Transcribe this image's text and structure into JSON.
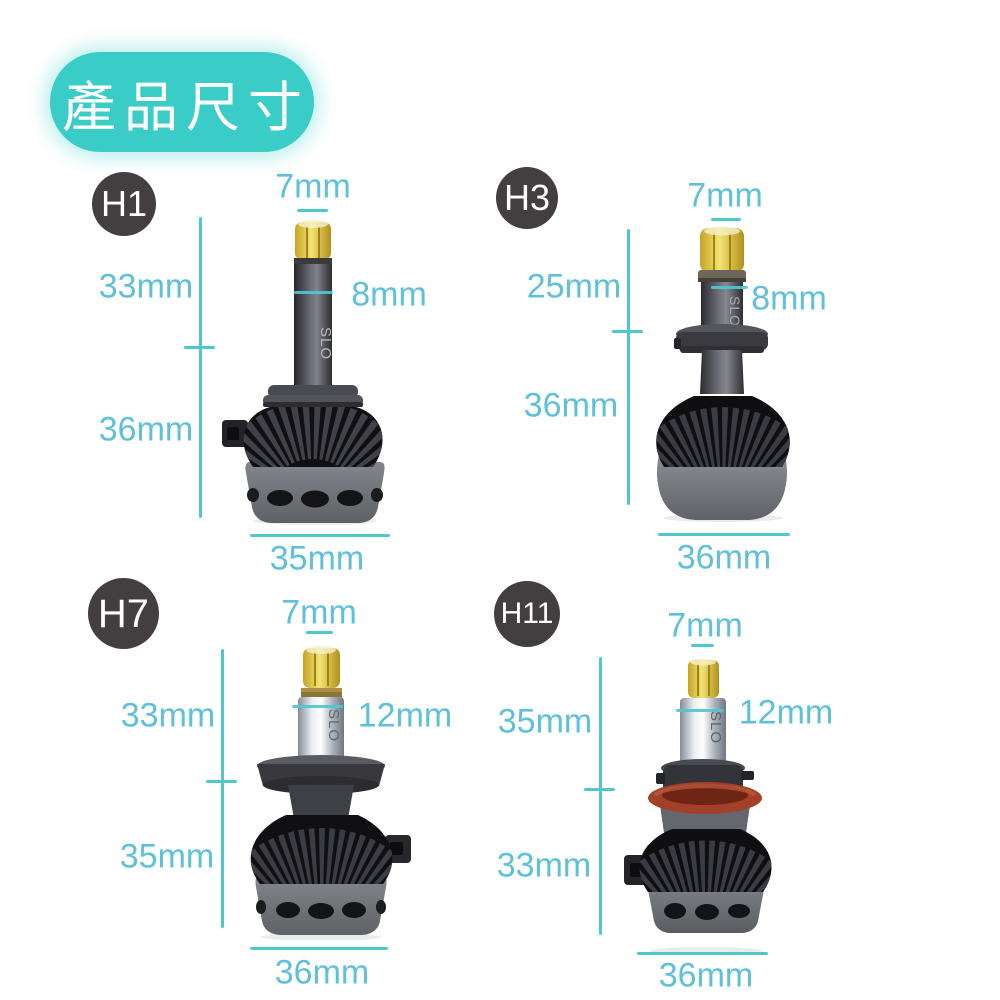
{
  "header": {
    "title": "產品尺寸"
  },
  "colors": {
    "header_bg": "#3accc7",
    "header_text": "#ffffff",
    "dim_text": "#5ec0d9",
    "dim_line": "#4fc7cf",
    "badge_bg": "#433f40",
    "badge_text": "#ffffff",
    "led_yellow": "#e9cf4d",
    "h11_oring_orange": "#a2402a"
  },
  "products": [
    {
      "badge": "H1",
      "stem_text": "SLO",
      "dims": {
        "top_width": "7mm",
        "upper_height": "33mm",
        "stem_width": "8mm",
        "lower_height": "36mm",
        "base_width": "35mm"
      }
    },
    {
      "badge": "H3",
      "stem_text": "SLO",
      "dims": {
        "top_width": "7mm",
        "upper_height": "25mm",
        "stem_width": "8mm",
        "lower_height": "36mm",
        "base_width": "36mm"
      }
    },
    {
      "badge": "H7",
      "stem_text": "SLO",
      "dims": {
        "top_width": "7mm",
        "upper_height": "33mm",
        "stem_width": "12mm",
        "lower_height": "35mm",
        "base_width": "36mm"
      }
    },
    {
      "badge": "H11",
      "stem_text": "SLO",
      "dims": {
        "top_width": "7mm",
        "upper_height": "35mm",
        "stem_width": "12mm",
        "lower_height": "33mm",
        "base_width": "36mm"
      }
    }
  ]
}
